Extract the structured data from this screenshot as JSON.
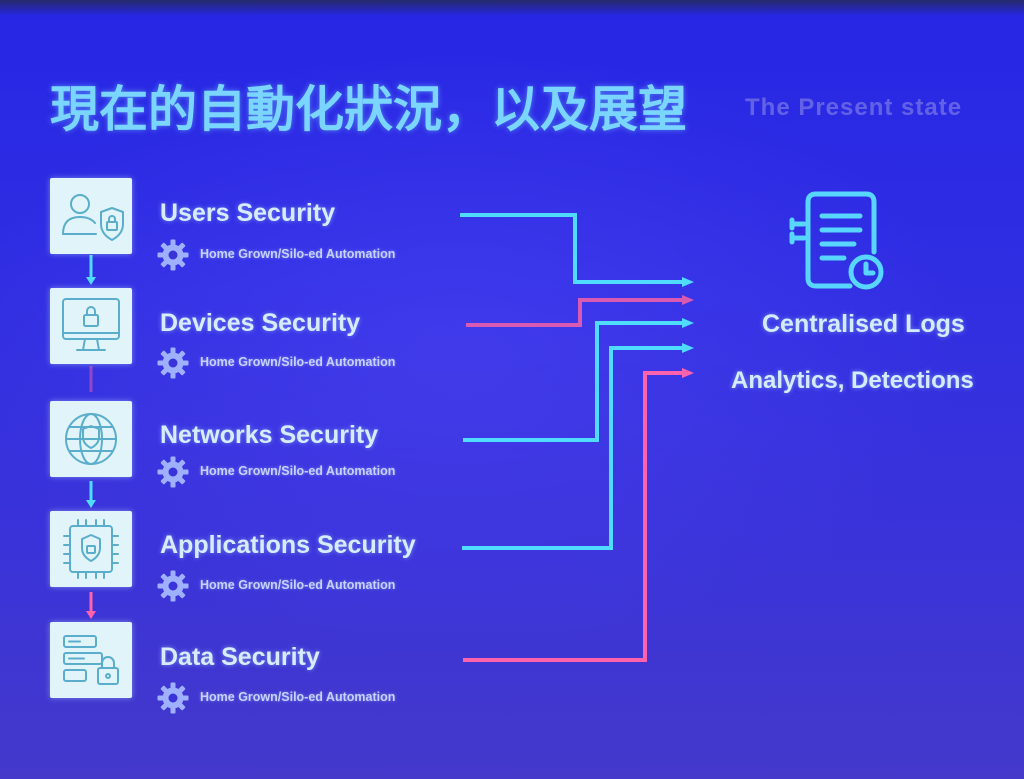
{
  "title": {
    "zh": "現在的自動化狀況，以及展望",
    "en": "The Present state"
  },
  "items": [
    {
      "label": "Users Security",
      "sub": "Home Grown/Silo-ed Automation",
      "icon": "user-shield-icon"
    },
    {
      "label": "Devices Security",
      "sub": "Home Grown/Silo-ed Automation",
      "icon": "monitor-lock-icon"
    },
    {
      "label": "Networks Security",
      "sub": "Home Grown/Silo-ed Automation",
      "icon": "globe-shield-icon"
    },
    {
      "label": "Applications Security",
      "sub": "Home Grown/Silo-ed Automation",
      "icon": "chip-shield-icon"
    },
    {
      "label": "Data Security",
      "sub": "Home Grown/Silo-ed Automation",
      "icon": "data-lock-icon"
    }
  ],
  "target": {
    "icon": "log-document-icon",
    "line1": "Centralised Logs",
    "line2": "Analytics, Detections"
  },
  "colors": {
    "title": "#7ad6ff",
    "text": "#d8ecff",
    "cyan": "#4fdcff",
    "pink": "#ff62ac",
    "pink_dim": "#d95ab2",
    "gear": "#9fb0ff",
    "icon_box": "#e1f4f9"
  }
}
